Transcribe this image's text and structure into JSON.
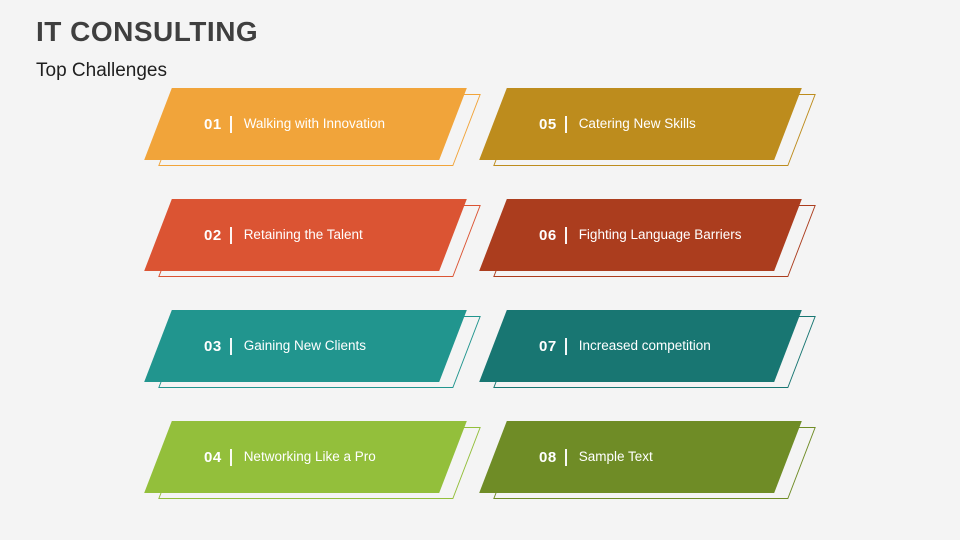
{
  "slide": {
    "title": "IT CONSULTING",
    "subtitle": "Top Challenges"
  },
  "items": [
    {
      "number": "01",
      "label": "Walking with Innovation",
      "color": "#F1A43A"
    },
    {
      "number": "02",
      "label": "Retaining the Talent",
      "color": "#DB5433"
    },
    {
      "number": "03",
      "label": "Gaining New Clients",
      "color": "#21958E"
    },
    {
      "number": "04",
      "label": "Networking Like a Pro",
      "color": "#93BF3B"
    },
    {
      "number": "05",
      "label": "Catering New Skills",
      "color": "#BD8C1D"
    },
    {
      "number": "06",
      "label": "Fighting Language Barriers",
      "color": "#AB3D1E"
    },
    {
      "number": "07",
      "label": "Increased competition",
      "color": "#187672"
    },
    {
      "number": "08",
      "label": "Sample Text",
      "color": "#6F8C26"
    }
  ]
}
